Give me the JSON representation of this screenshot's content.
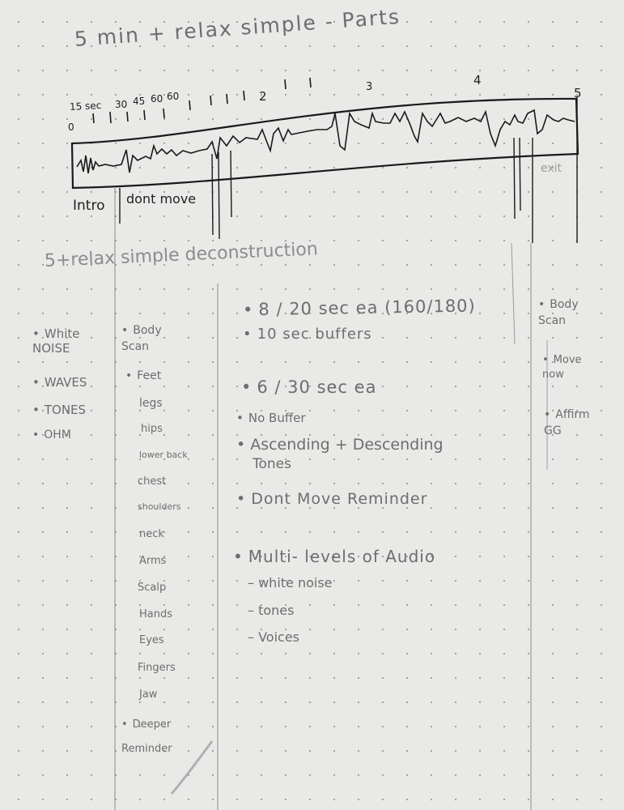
{
  "header": {
    "title": "5 min + relax simple - Parts"
  },
  "timeline": {
    "tick_labels": [
      "0",
      "15 sec",
      "30",
      "45",
      "60",
      "60",
      "2",
      "3",
      "4",
      "5"
    ],
    "segment_labels": {
      "intro": "Intro",
      "dont_move": "dont move",
      "exit": "exit"
    }
  },
  "deconstruction": {
    "title": "5+relax simple deconstruction",
    "audio_options": [
      "White NOISE",
      "WAVES",
      "TONES",
      "OHM"
    ],
    "body_scan": {
      "heading": "Body Scan",
      "parts": [
        "Feet",
        "legs",
        "hips",
        "lower back",
        "chest",
        "shoulders",
        "neck",
        "Arms",
        "Scalp",
        "Hands",
        "Eyes",
        "Fingers",
        "Jaw"
      ],
      "deeper": "Deeper Reminder"
    },
    "notes": {
      "line1": "8 / 20 sec ea (160/180)",
      "line1_sub": "10 sec buffers",
      "line2": "6 / 30 sec ea",
      "line3": "No Buffer",
      "line4a": "Ascending + Descending",
      "line4b": "Tones",
      "line5": "Dont Move Reminder",
      "line6": "Multi- levels of Audio",
      "sub_items": [
        "white noise",
        "tones",
        "Voices"
      ]
    },
    "right_column": [
      "Body Scan",
      "Move now",
      "Affirm GG"
    ]
  }
}
